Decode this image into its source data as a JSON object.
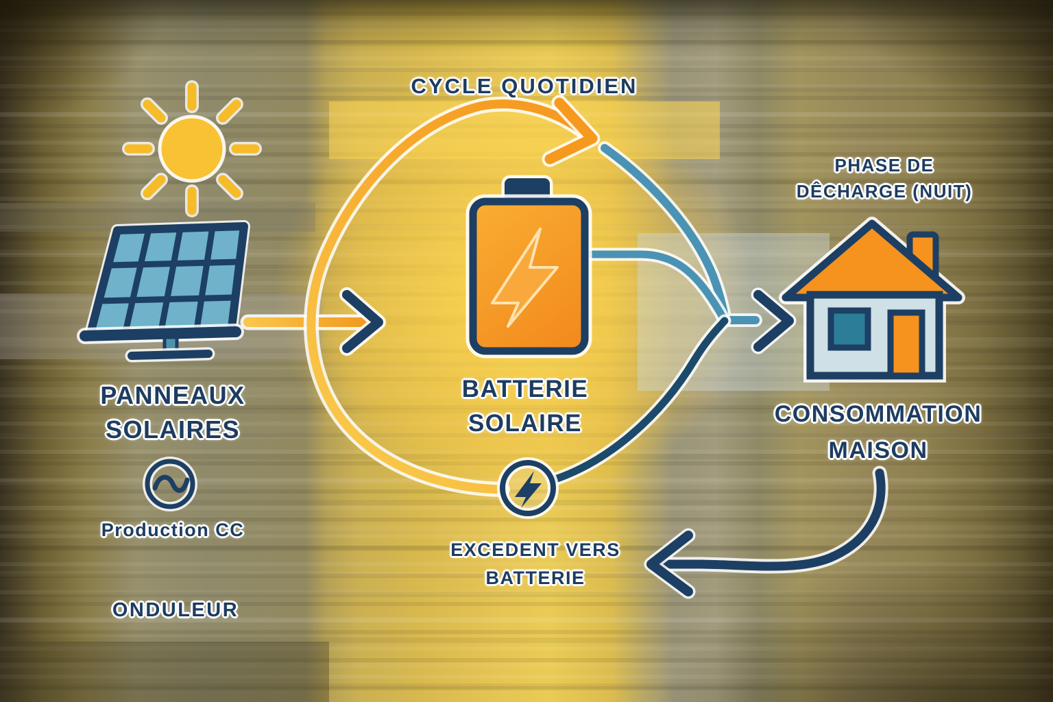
{
  "diagram": {
    "title": "CYCLE QUOTIDIEN",
    "solar": {
      "label_line1": "PANNEAUX",
      "label_line2": "SOLAIRES",
      "production_label": "Production CC",
      "inverter_label": "ONDULEUR"
    },
    "battery": {
      "label_line1": "BATTERIE",
      "label_line2": "SOLAIRE"
    },
    "house": {
      "label_line1": "CONSOMMATION",
      "label_line2": "MAISON",
      "phase_line1": "PHASE DE",
      "phase_line2": "DÊCHARGE (NUIT)"
    },
    "flows": {
      "excess_line1": "EXCEDENT VERS",
      "excess_line2": "BATTERIE"
    }
  },
  "icons": {
    "sun": "sun-icon",
    "solar_panel": "solar-panel-icon",
    "ac_wave": "ac-wave-icon",
    "battery": "battery-icon",
    "bolt_circle": "bolt-circle-icon",
    "house": "house-icon"
  },
  "colors": {
    "navy_text": "#1d3c60",
    "teal_flow": "#4a93b4",
    "orange_flow": "#f6a21f",
    "sun_yellow": "#f8c234",
    "battery_orange": "#f49024",
    "house_roof": "#f6921e",
    "house_body": "#cfe0e6",
    "window_teal": "#2c7d98"
  }
}
